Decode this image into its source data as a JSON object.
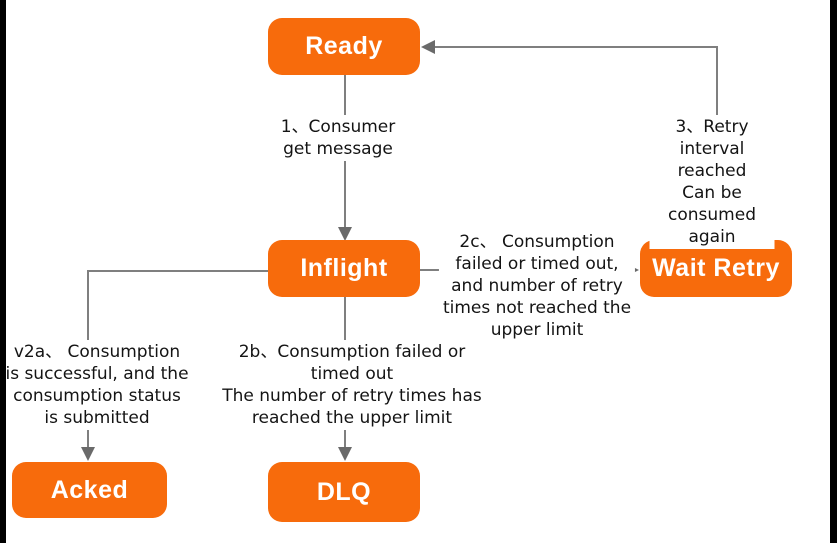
{
  "colors": {
    "node_fill": "#F76B0C",
    "node_text": "#FFFFFF",
    "connector": "#7F7F7F",
    "arrowhead": "#6A6A6A",
    "label_text": "#141414",
    "edge_strip": "#000000",
    "background": "#FFFFFF"
  },
  "nodes": [
    {
      "id": "ready",
      "label": "Ready"
    },
    {
      "id": "inflight",
      "label": "Inflight"
    },
    {
      "id": "wait_retry",
      "label": "Wait Retry"
    },
    {
      "id": "acked",
      "label": "Acked"
    },
    {
      "id": "dlq",
      "label": "DLQ"
    }
  ],
  "edges": [
    {
      "id": "1",
      "from": "Ready",
      "to": "Inflight",
      "label": "1、Consumer\nget message"
    },
    {
      "id": "2c",
      "from": "Inflight",
      "to": "Wait Retry",
      "label": "2c、 Consumption\nfailed or timed out,\nand number of retry\ntimes not reached the\nupper limit"
    },
    {
      "id": "3",
      "from": "Wait Retry",
      "to": "Ready",
      "label": "3、Retry interval reached\nCan be consumed again"
    },
    {
      "id": "2a",
      "from": "Inflight",
      "to": "Acked",
      "label": "v2a、 Consumption\nis successful, and the\nconsumption status\nis submitted"
    },
    {
      "id": "2b",
      "from": "Inflight",
      "to": "DLQ",
      "label": "2b、Consumption failed or\ntimed out\nThe number of retry times has\nreached the upper limit"
    }
  ]
}
